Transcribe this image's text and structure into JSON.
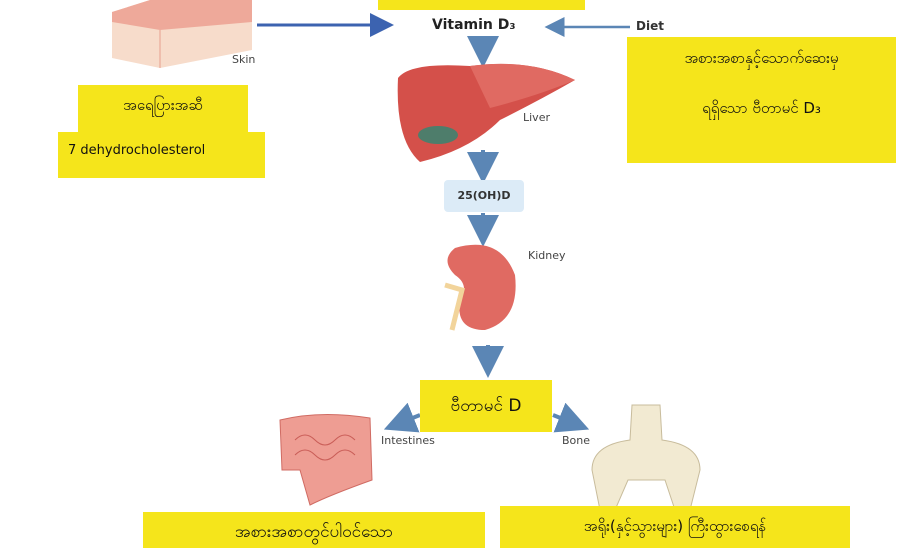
{
  "top": {
    "vitamin_d3_label": "Vitamin D₃",
    "diet_label": "Diet",
    "skin_label": "Skin"
  },
  "skin_box": {
    "line1": "အရေပြားအဆီ",
    "line2": "7 dehydrocholesterol"
  },
  "diet_box": {
    "line1": "အစားအစာနှင့်သောက်ဆေးမှ",
    "line2": "ရရှိသော ဗီတာမင် D₃"
  },
  "liver": {
    "label": "Liver"
  },
  "intermediate": {
    "label": "25(OH)D"
  },
  "kidney": {
    "label": "Kidney"
  },
  "vitamin_d_box": {
    "label": "ဗီတာမင် D"
  },
  "intestines": {
    "label": "Intestines"
  },
  "bone": {
    "label": "Bone"
  },
  "bottom_left_box": {
    "label": "အစားအစာတွင်ပါဝင်သော"
  },
  "bottom_right_box": {
    "label": "အရိုး(နှင့်သွားများ) ကြီးထွားစေရန်"
  },
  "colors": {
    "yellow": "#f5e51b",
    "arrow": "#5b86b5",
    "skin_arrow": "#3c63b0",
    "box_blue": "#dcebf7"
  }
}
